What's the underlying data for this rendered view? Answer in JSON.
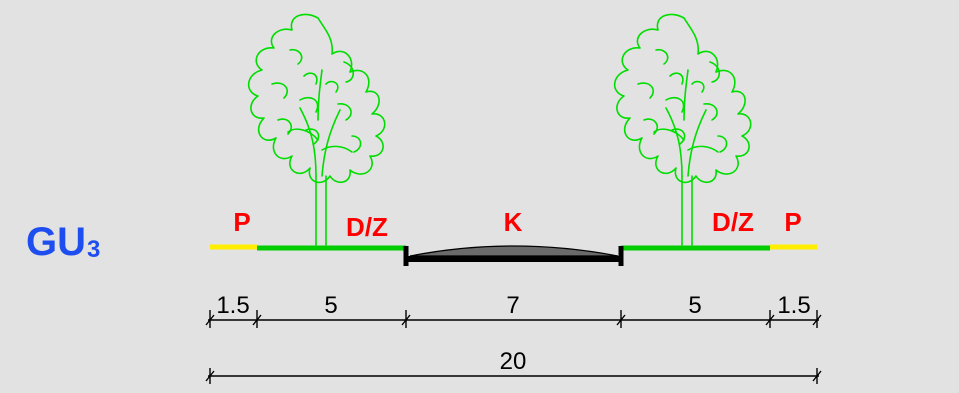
{
  "profile": {
    "code_main": "GU",
    "code_sub": "3"
  },
  "labels": {
    "p_left": "P",
    "dz_left": "D/Z",
    "k": "K",
    "dz_right": "D/Z",
    "p_right": "P"
  },
  "dimensions": {
    "seg1": "1.5",
    "seg2": "5",
    "seg3": "7",
    "seg4": "5",
    "seg5": "1.5",
    "total": "20"
  },
  "colors": {
    "title": "#1f4ef0",
    "label": "#ff0000",
    "sidewalk": "#ffee00",
    "greenbelt": "#00cc00",
    "tree": "#00dd00",
    "road": "#666666",
    "background": "#e2e2e2"
  },
  "icons": {
    "tree": "tree-icon"
  }
}
